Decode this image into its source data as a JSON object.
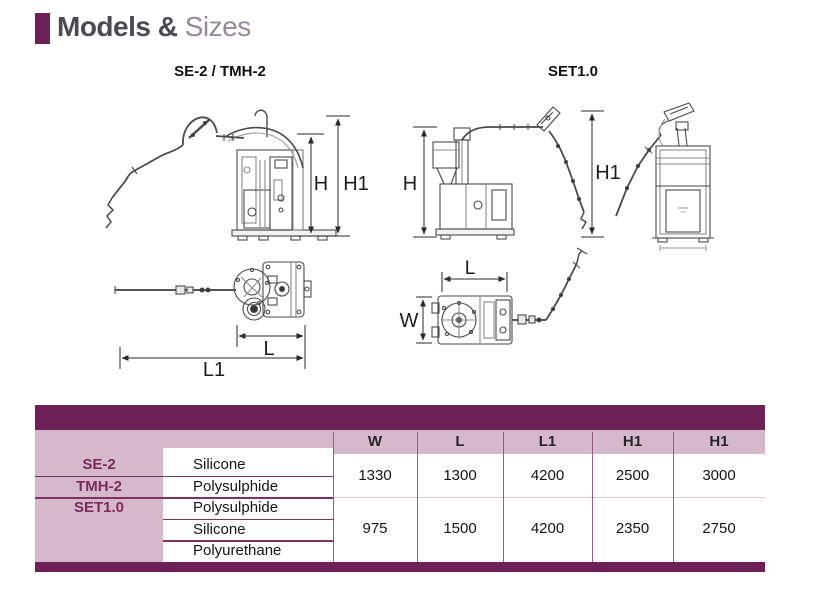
{
  "header": {
    "accent_color": "#6e2156",
    "title_bold": "Models &",
    "title_light": " Sizes"
  },
  "diagrams": {
    "se2": {
      "title": "SE-2 / TMH-2",
      "h": "H",
      "h1": "H1",
      "l": "L",
      "l1": "L1"
    },
    "set10": {
      "title": "SET1.0",
      "h": "H",
      "h1": "H1",
      "l": "L",
      "w": "W"
    }
  },
  "table": {
    "columns": [
      "W",
      "L",
      "L1",
      "H1",
      "H1"
    ],
    "models": [
      "SE-2",
      "TMH-2",
      "SET1.0"
    ],
    "materials": [
      "Silicone",
      "Polysulphide",
      "Polysulphide",
      "Silicone",
      "Polyurethane"
    ],
    "groups": [
      {
        "values": [
          "1330",
          "1300",
          "4200",
          "2500",
          "3000"
        ]
      },
      {
        "values": [
          "975",
          "1500",
          "4200",
          "2350",
          "2750"
        ]
      }
    ],
    "colors": {
      "bar": "#6e2156",
      "header_bg": "#d5b8ca",
      "model_text": "#7b2b5b",
      "separator": "#9b5c83"
    }
  }
}
